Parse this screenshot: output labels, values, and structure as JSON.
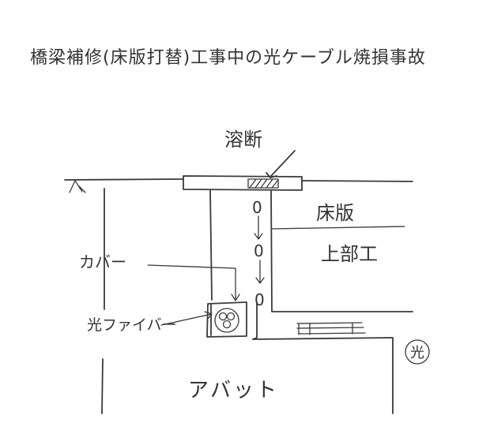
{
  "title": "橋梁補修(床版打替)工事中の光ケーブル焼損事故",
  "labels": {
    "yodan": "溶断",
    "shoban": "床版",
    "jobukou": "上部工",
    "cover": "カバー",
    "fiber": "光ファイバー",
    "abut": "アバット",
    "hikari_mark": "光",
    "drip_1": "0",
    "drip_2": "0",
    "drip_3": "0"
  },
  "colors": {
    "ink": "#3a3a3a",
    "paper": "#ffffff"
  }
}
